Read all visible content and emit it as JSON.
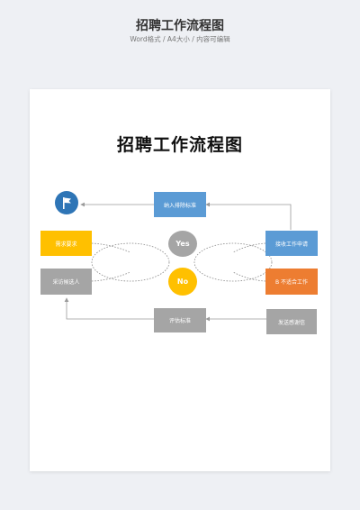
{
  "header": {
    "title": "招聘工作流程图",
    "subtitle": "Word格式 / A4大小 / 内容可编辑"
  },
  "document": {
    "title": "招聘工作流程图"
  },
  "flow": {
    "top_box": "纳入排除标准",
    "right_top_box": "接收工作申请",
    "right_bottom_box": "B 不适合工作",
    "right_lower_box": "发送感谢信",
    "left_top_box": "需求要求",
    "left_bottom_box": "采访候选人",
    "bottom_box": "评估标准",
    "yes_label": "Yes",
    "no_label": "No"
  },
  "colors": {
    "blue": "#5b9bd5",
    "dark_blue": "#2e75b6",
    "yellow": "#ffc000",
    "gray": "#a5a5a5",
    "orange": "#ed7d31"
  },
  "icons": {
    "start": "flag-icon"
  }
}
